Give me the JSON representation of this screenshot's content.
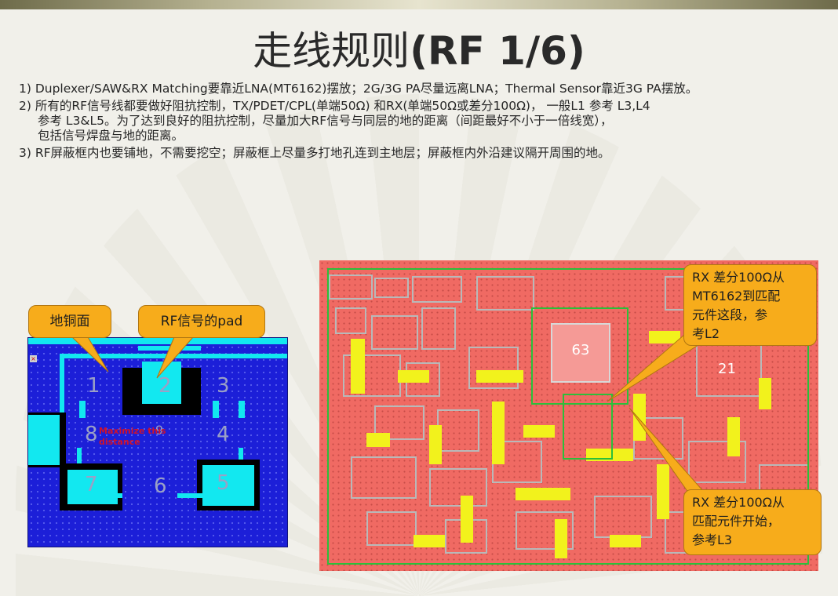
{
  "title": {
    "main": "走线规则",
    "paren": "(RF 1/6)"
  },
  "bullets": [
    {
      "text": "1) Duplexer/SAW&RX Matching要靠近LNA(MT6162)摆放；2G/3G PA尽量远离LNA；Thermal Sensor靠近3G PA摆放。"
    },
    {
      "text": "2) 所有的RF信号线都要做好阻抗控制，TX/PDET/CPL(单端50Ω) 和RX(单端50Ω或差分100Ω)， 一般L1 参考 L3,L4",
      "cont": [
        "参考 L3&L5。为了达到良好的阻抗控制，尽量加大RF信号与同层的地的距离（间距最好不小于一倍线宽），",
        "包括信号焊盘与地的距离。"
      ]
    },
    {
      "text": "3) RF屏蔽框内也要铺地，不需要挖空；屏蔽框上尽量多打地孔连到主地层；屏蔽框内外沿建议隔开周围的地。"
    }
  ],
  "callouts": {
    "ground_copper": "地铜面",
    "rf_pad": "RF信号的pad",
    "rx_l2": [
      "RX 差分100Ω从",
      "MT6162到匹配",
      "元件这段，参",
      "考L2"
    ],
    "rx_l3": [
      "RX 差分100Ω从",
      "匹配元件开始，",
      "参考L3"
    ]
  },
  "left_pcb": {
    "pad_numbers": [
      "1",
      "2",
      "3",
      "4",
      "5",
      "6",
      "7",
      "8"
    ],
    "annotation": [
      "Maximize this",
      "distance"
    ],
    "center_mark": "9"
  },
  "right_pcb": {
    "chip_label": "63",
    "component_label": "21"
  },
  "colors": {
    "callout": "#f7ac1b",
    "left_pcb_bg": "#1c1fd8",
    "left_pcb_pad": "#12e8f0",
    "right_pcb_bg": "#f06a63",
    "right_pcb_trace": "#f2f21c",
    "right_pcb_green": "#2cbf3a"
  }
}
